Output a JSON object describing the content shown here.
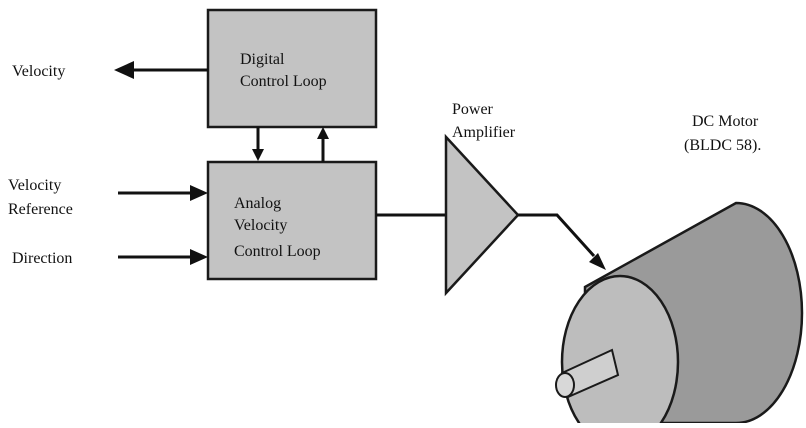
{
  "diagram": {
    "digital_box": {
      "line1": "Digital",
      "line2": "Control Loop"
    },
    "analog_box": {
      "line1": "Analog",
      "line2": "Velocity",
      "line3": "Control Loop"
    },
    "amplifier": {
      "line1": "Power",
      "line2": "Amplifier"
    },
    "motor": {
      "line1": "DC Motor",
      "line2": "(BLDC 58)."
    },
    "signals": {
      "velocity_out": "Velocity",
      "velocity_reference_line1": "Velocity",
      "velocity_reference_line2": "Reference",
      "direction": "Direction"
    }
  },
  "colors": {
    "block_fill": "#c3c3c3",
    "motor_body": "#9a9a9a",
    "motor_face": "#bdbdbd",
    "shaft": "#cfcfcf",
    "line": "#111111"
  }
}
